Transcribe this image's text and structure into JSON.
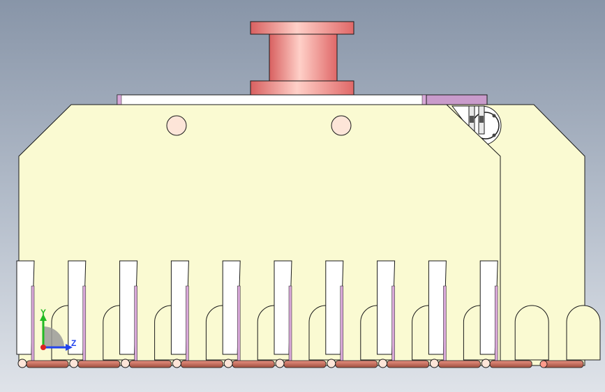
{
  "viewport": {
    "background_top": "#8895a8",
    "background_bottom": "#dfe3e9"
  },
  "model": {
    "body_color": "#fafad2",
    "edge_color": "#1a1a1a",
    "flange_color": "#f08080",
    "plate_color": "#ffffff",
    "accent_color": "#d8a8d8",
    "hole_color": "#fde5d8",
    "rod_color": "#c8705f",
    "finger_count": 10
  },
  "triad": {
    "y_label": "Y",
    "z_label": "Z",
    "y_color": "#22bb22",
    "z_color": "#2244ee",
    "origin_color": "#dd2222"
  }
}
